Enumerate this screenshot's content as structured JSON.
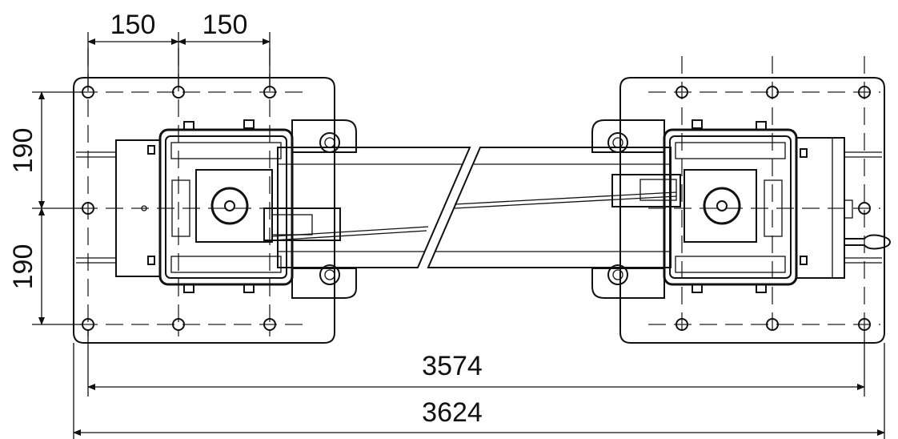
{
  "dimensions": {
    "hole_spacing_x_1": "150",
    "hole_spacing_x_2": "150",
    "hole_spacing_y_1": "190",
    "hole_spacing_y_2": "190",
    "inner_length": "3574",
    "overall_length": "3624"
  }
}
